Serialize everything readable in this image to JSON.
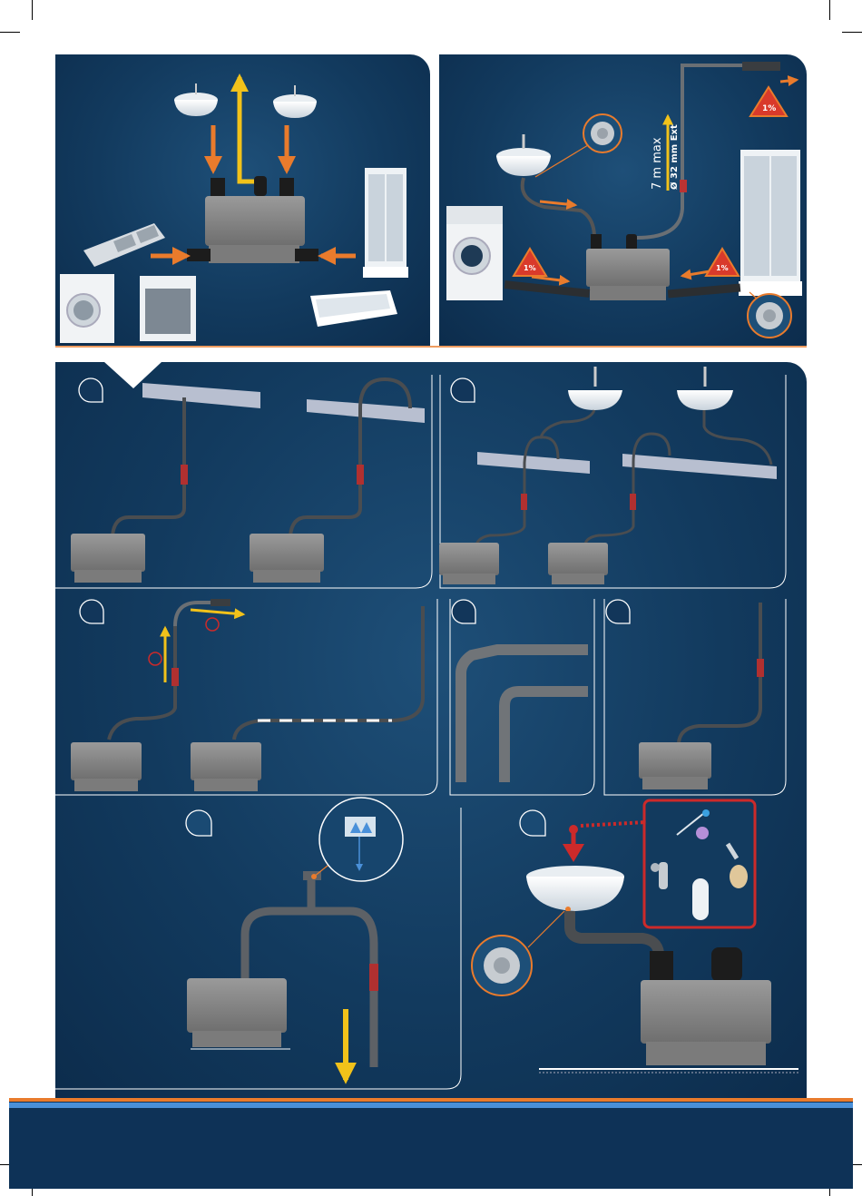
{
  "top_right": {
    "height_label": "7 m max",
    "pipe_label": "Ø 32 mm Ext",
    "slope_label": "1%"
  },
  "colors": {
    "panel": "#123a5e",
    "orange": "#e97b2c",
    "yellow": "#f2c21a",
    "red": "#cc2a2a",
    "footer_bar": "#0e3257",
    "accent_blue": "#4a90d9"
  }
}
